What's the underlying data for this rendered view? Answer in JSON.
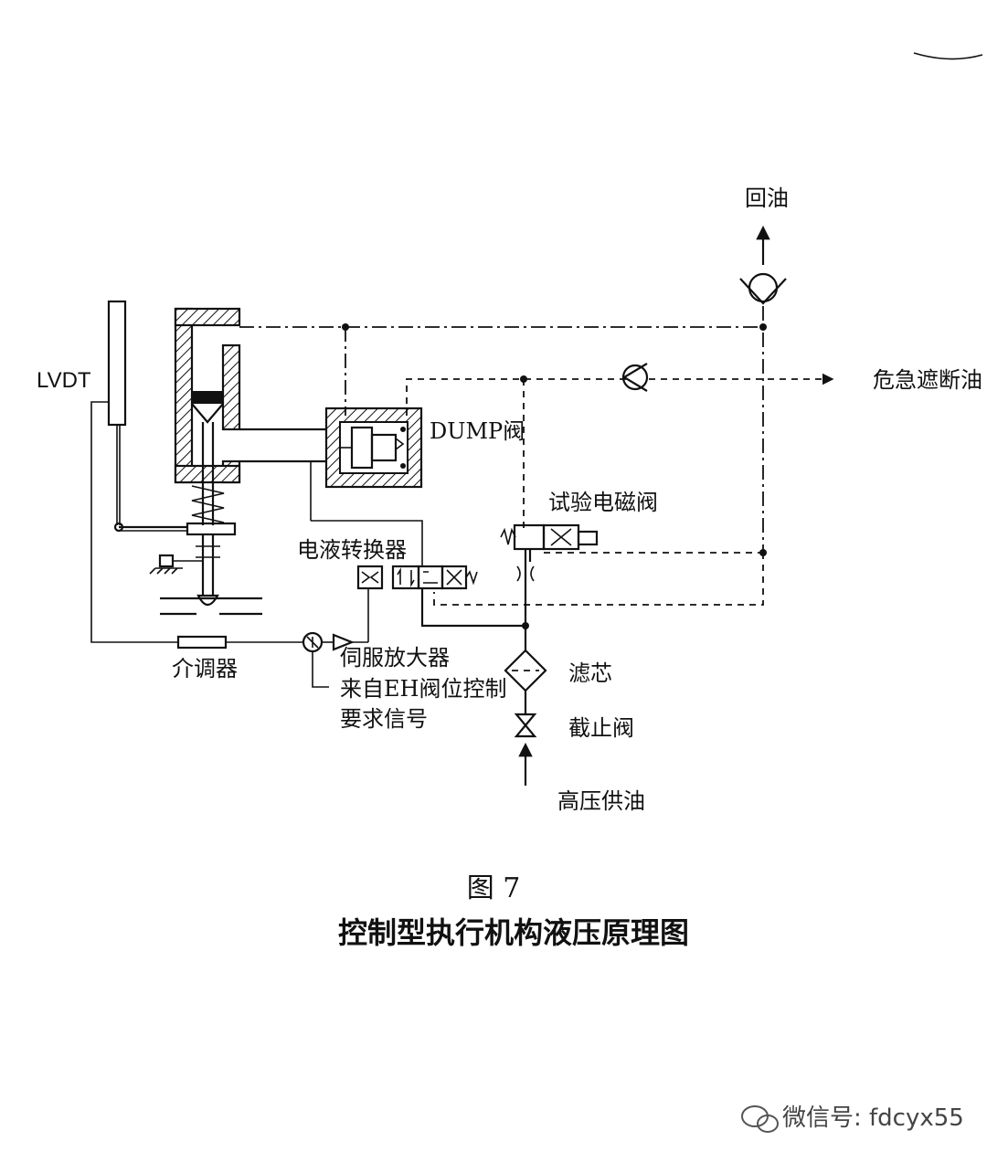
{
  "labels": {
    "lvdt": "LVDT",
    "return_oil": "回油",
    "emergency_trip_oil": "危急遮断油",
    "dump_valve": "DUMP阀",
    "test_solenoid_valve": "试验电磁阀",
    "ehv_converter": "电液转换器",
    "demodulator": "介调器",
    "servo_amplifier": "伺服放大器",
    "signal_line1": "来自EH阀位控制",
    "signal_line2": "要求信号",
    "filter": "滤芯",
    "shutoff_valve": "截止阀",
    "hp_supply": "高压供油"
  },
  "caption": {
    "figure_number": "图 7",
    "title": "控制型执行机构液压原理图"
  },
  "watermark": {
    "text": "微信号: fdcyx55"
  }
}
